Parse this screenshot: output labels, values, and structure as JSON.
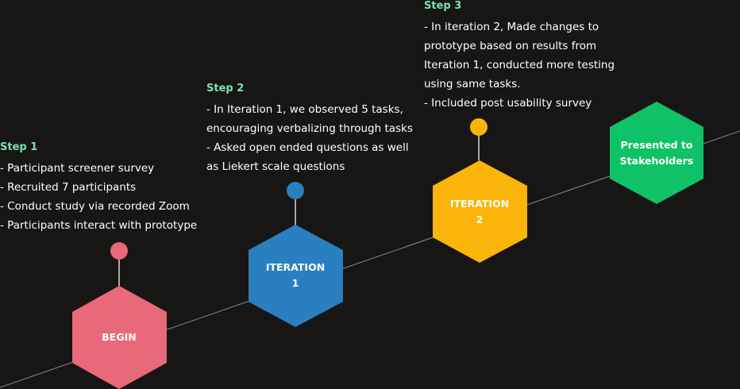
{
  "steps": [
    {
      "title": "Step 1",
      "lines": [
        "- Participant screener survey",
        "- Recruited 7 participants",
        "- Conduct study via recorded Zoom",
        "- Participants interact with prototype"
      ]
    },
    {
      "title": "Step 2",
      "lines": [
        "- In Iteration 1, we observed 5 tasks,",
        "encouraging verbalizing through tasks",
        "- Asked open ended questions as well",
        "as Liekert scale questions"
      ]
    },
    {
      "title": "Step 3",
      "lines": [
        "- In iteration 2, Made changes to",
        "prototype based on results from",
        "Iteration 1, conducted more testing",
        "using same tasks.",
        "- Included post usability survey"
      ]
    }
  ],
  "milestones": [
    {
      "line1": "BEGIN",
      "line2": "",
      "color": "#e8697a"
    },
    {
      "line1": "ITERATION",
      "line2": "1",
      "color": "#2a7fc0"
    },
    {
      "line1": "ITERATION",
      "line2": "2",
      "color": "#fbb40a"
    },
    {
      "line1": "Presented to",
      "line2": "Stakeholders",
      "color": "#10c267"
    }
  ]
}
